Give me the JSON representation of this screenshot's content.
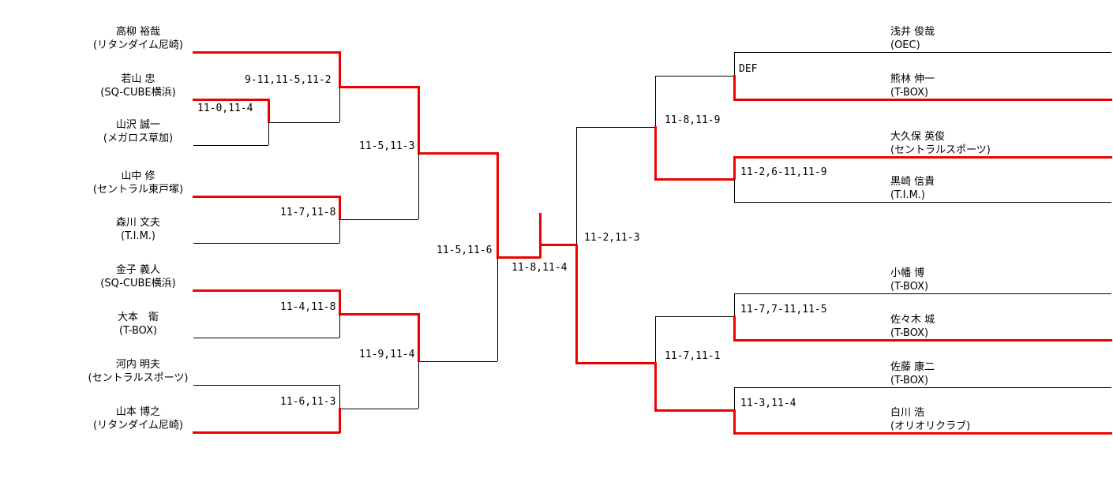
{
  "diagram_type": "tournament-bracket",
  "colors": {
    "winner_path": "#ee0000",
    "line": "#000000",
    "background": "#ffffff",
    "text": "#000000"
  },
  "players": {
    "left": [
      {
        "name": "高柳 裕哉",
        "club": "(リタンダイム尼崎)",
        "winner_path": true
      },
      {
        "name": "若山 忠",
        "club": "(SQ-CUBE横浜)",
        "winner_path": true
      },
      {
        "name": "山沢 誠一",
        "club": "(メガロス草加)",
        "winner_path": false
      },
      {
        "name": "山中 修",
        "club": "(セントラル東戸塚)",
        "winner_path": true
      },
      {
        "name": "森川 文夫",
        "club": "(T.I.M.)",
        "winner_path": false
      },
      {
        "name": "金子 義人",
        "club": "(SQ-CUBE横浜)",
        "winner_path": true
      },
      {
        "name": "大本　衛",
        "club": "(T-BOX)",
        "winner_path": false
      },
      {
        "name": "河内 明夫",
        "club": "(セントラルスポーツ)",
        "winner_path": false
      },
      {
        "name": "山本 博之",
        "club": "(リタンダイム尼崎)",
        "winner_path": true
      }
    ],
    "right": [
      {
        "name": "浅井 俊哉",
        "club": "(OEC)",
        "winner_path": false
      },
      {
        "name": "熊林 伸一",
        "club": "(T-BOX)",
        "winner_path": true
      },
      {
        "name": "大久保 英俊",
        "club": "(セントラルスポーツ)",
        "winner_path": true
      },
      {
        "name": "黒崎 信貴",
        "club": "(T.I.M.)",
        "winner_path": false
      },
      {
        "name": "小幡 博",
        "club": "(T-BOX)",
        "winner_path": false
      },
      {
        "name": "佐々木 城",
        "club": "(T-BOX)",
        "winner_path": true
      },
      {
        "name": "佐藤 康二",
        "club": "(T-BOX)",
        "winner_path": false
      },
      {
        "name": "白川 浩",
        "club": "(オリオリクラブ)",
        "winner_path": true
      }
    ]
  },
  "scores": {
    "left": {
      "round1": "11-0,11-4",
      "round2_top": "9-11,11-5,11-2",
      "round2_mid": "11-7,11-8",
      "round2_lower": "11-4,11-8",
      "round2_bottom": "11-6,11-3",
      "quarter_top": "11-5,11-3",
      "quarter_bottom": "11-9,11-4",
      "semi": "11-5,11-6"
    },
    "right": {
      "round2_1": "DEF",
      "round2_2": "11-2,6-11,11-9",
      "round2_3": "11-7,7-11,11-5",
      "round2_4": "11-3,11-4",
      "quarter_top": "11-8,11-9",
      "quarter_bottom": "11-7,11-1",
      "semi": "11-2,11-3"
    },
    "final": "11-8,11-4"
  }
}
